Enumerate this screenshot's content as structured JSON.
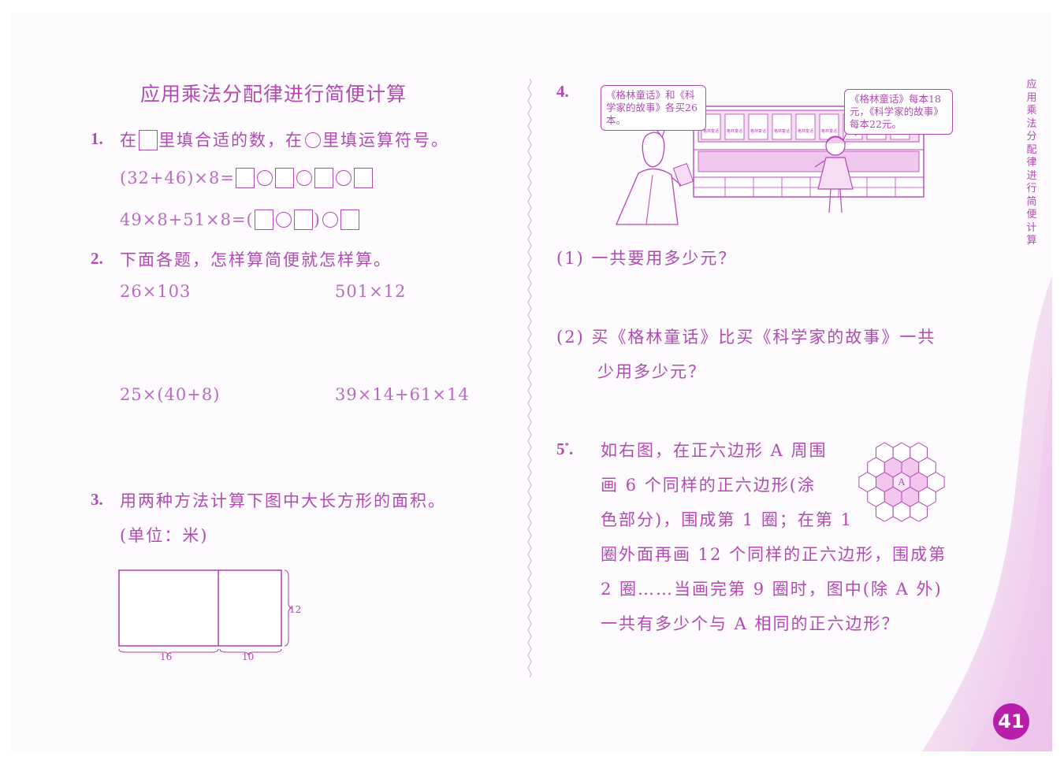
{
  "title": "应用乘法分配律进行简便计算",
  "side_title": "应用乘法分配律进行简便计算",
  "page_number": "41",
  "q1": {
    "num": "1.",
    "pre": "在",
    "mid": "里填合适的数，在",
    "post": "里填运算符号。",
    "line1": "(32+46)×8=",
    "line2": "49×8+51×8=("
  },
  "q2": {
    "num": "2.",
    "text": "下面各题，怎样算简便就怎样算。",
    "e1": "26×103",
    "e2": "501×12",
    "e3": "25×(40+8)",
    "e4": "39×14+61×14"
  },
  "q3": {
    "num": "3.",
    "text": "用两种方法计算下图中大长方形的面积。",
    "unit": "(单位：米)",
    "dim_h": "12",
    "dim_w1": "16",
    "dim_w2": "10"
  },
  "q4": {
    "num": "4.",
    "bubble_left": "《格林童话》和《科学家的故事》各买26本。",
    "bubble_right": "《格林童话》每本18元，《科学家的故事》每本22元。",
    "book_label": "格林童话",
    "sub1": "(1) 一共要用多少元？",
    "sub2a": "(2) 买《格林童话》比买《科学家的故事》一共",
    "sub2b": "少用多少元？"
  },
  "q5": {
    "num": "5",
    "star": "*",
    "dot": ".",
    "l1": "如右图，在正六边形 A 周围",
    "l2": "画 6 个同样的正六边形(涂",
    "l3": "色部分)，围成第 1 圈；在第 1",
    "l4": "圈外面再画 12 个同样的正六边形，围成第",
    "l5": "2 圈……当画完第 9 圈时，图中(除 A 外)",
    "l6": "一共有多少个与 A 相同的正六边形？",
    "hex_label": "A"
  },
  "colors": {
    "ink": "#b24ab4",
    "accent": "#b81ea8"
  }
}
